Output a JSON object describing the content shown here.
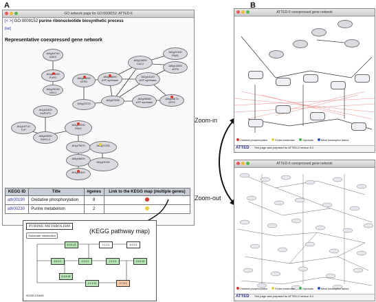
{
  "panel_a_letter": "A",
  "panel_b_letter": "B",
  "window_title": "GO network page for GO:0009152: ATTED-II",
  "nav_arrows": "[< >]",
  "go_id": "GO:0009152",
  "go_name": "purine ribonucleotide biosynthetic process",
  "list_link": "[list]",
  "network_heading": "Representative coexpressed gene network",
  "genes": [
    {
      "id": "g1",
      "l1": "At1g09830",
      "l2": "PUR2"
    },
    {
      "id": "g2",
      "l1": "At4g34740",
      "l2": "ASE2"
    },
    {
      "id": "g3",
      "l1": "At2g18140",
      "l2": "...ATP synthase..."
    },
    {
      "id": "g4",
      "l1": "At3g15690",
      "l2": "CAC2"
    },
    {
      "id": "g5",
      "l1": "At4g09650",
      "l2": "ATPD"
    },
    {
      "id": "g6",
      "l1": "At5g08690",
      "l2": "ATP synthase"
    },
    {
      "id": "g7",
      "l1": "At2g21330",
      "l2": "FBA1"
    },
    {
      "id": "g8",
      "l1": "At1g15710",
      "l2": "TLP"
    },
    {
      "id": "g9",
      "l1": "At3g52930",
      "l2": "FBA2"
    },
    {
      "id": "g10",
      "l1": "At2g25080",
      "l2": "ATP synthase"
    },
    {
      "id": "g11",
      "l1": "At1g16300",
      "l2": "GAPCP2"
    },
    {
      "id": "g12",
      "l1": "At5g40650",
      "l2": "SDH2-2"
    },
    {
      "id": "g13",
      "l1": "At4g29130",
      "l2": "HXK1"
    },
    {
      "id": "g14",
      "l1": "At3g22370",
      "l2": "AOX1A"
    },
    {
      "id": "g15",
      "l1": "At1g79870",
      "l2": "...dehydrogenase..."
    },
    {
      "id": "g16",
      "l1": "At5g13450",
      "l2": "ATP5"
    },
    {
      "id": "g17",
      "l1": "At2g07698",
      "l2": "ATP synthase"
    },
    {
      "id": "g18",
      "l1": "At5g08670",
      "l2": "ATP2"
    }
  ],
  "kegg_table": {
    "headers": [
      "KEGG ID",
      "Title",
      "#genes",
      "Link to the KEGG map (multiple genes)"
    ],
    "rows": [
      {
        "id": "ath00190",
        "title": "Oxidative phosphorylation",
        "genes": "8",
        "dot": "#e0332b"
      },
      {
        "id": "ath00230",
        "title": "Purine metabolism",
        "genes": "2",
        "dot": "#e8d034"
      }
    ]
  },
  "kegg_pathway_caption": "(KEGG pathway map)",
  "kegg_map_title": "PURINE METABOLISM",
  "kegg_map_sub": "Glutamate metabolism",
  "kegg_boxes": [
    "6.3.4.13",
    "2.1.2.2",
    "6.3.5.3",
    "6.3.3.1",
    "4.3.2.2",
    "2.1.2.3",
    "3.5.4.10",
    "6.3.4.18",
    "4.1.1.21",
    "2.7.4.3"
  ],
  "kegg_footer": "00230  2/16/05",
  "zoom_in_label": "Zoom-in",
  "zoom_out_label": "Zoom-out",
  "b_window_title": "ATTED-II coexpressed gene network",
  "b_footer_text": "This page was prepared for ATTED-II version 5.2",
  "b_logo": "ATTED",
  "b_legend": [
    "Oxidative phosphorylation",
    "Purine metabolism",
    "Glycolysis",
    "Basal transcription factors"
  ],
  "colors": {
    "red": "#e0332b",
    "yellow": "#e8d034",
    "green": "#4caf50",
    "blue": "#2e4fbf",
    "accent": "#2b2b8a"
  }
}
